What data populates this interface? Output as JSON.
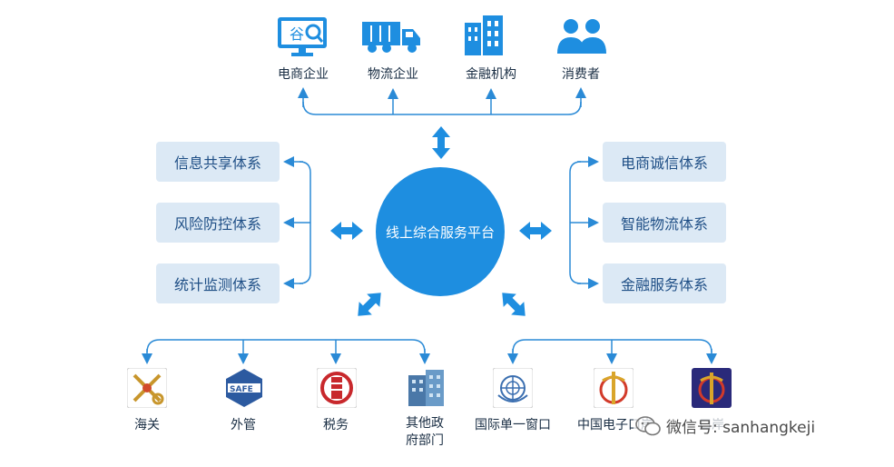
{
  "center": {
    "label": "线上综合服务平台"
  },
  "top_entities": [
    {
      "label": "电商企业",
      "icon": "computer-search-icon"
    },
    {
      "label": "物流企业",
      "icon": "truck-icon"
    },
    {
      "label": "金融机构",
      "icon": "building-icon"
    },
    {
      "label": "消费者",
      "icon": "people-icon"
    }
  ],
  "left_systems": [
    "信息共享体系",
    "风险防控体系",
    "统计监测体系"
  ],
  "right_systems": [
    "电商诚信体系",
    "智能物流体系",
    "金融服务体系"
  ],
  "bottom_left_agencies": [
    {
      "label": "海关",
      "icon": "customs-emblem-icon"
    },
    {
      "label": "外管",
      "icon": "safe-emblem-icon"
    },
    {
      "label": "税务",
      "icon": "tax-emblem-icon"
    },
    {
      "label_line1": "其他政",
      "label_line2": "府部门",
      "icon": "government-building-icon"
    }
  ],
  "bottom_right_agencies": [
    {
      "label": "国际单一窗口",
      "icon": "un-emblem-icon"
    },
    {
      "label": "中国电子口岸",
      "icon": "china-eport-emblem-icon"
    },
    {
      "label": "口岸",
      "icon": "port-emblem-icon"
    }
  ],
  "watermark": {
    "text": "微信号: sanhangkeji",
    "icon": "wechat-icon"
  },
  "colors": {
    "primary": "#1e8ee0",
    "box": "#dce9f5",
    "line": "#2a8ad6",
    "text": "#1a2e44"
  }
}
